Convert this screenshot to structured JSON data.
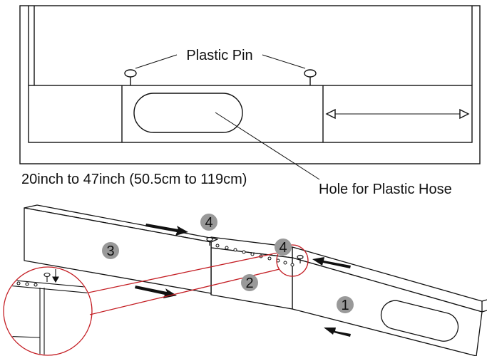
{
  "labels": {
    "plastic_pin": "Plastic Pin",
    "hole_for_hose": "Hole for Plastic Hose",
    "width_range": "20inch to 47inch (50.5cm to 119cm)"
  },
  "panels": [
    {
      "number": "1"
    },
    {
      "number": "2"
    },
    {
      "number": "3"
    }
  ],
  "screw_callout": {
    "number": "4"
  },
  "colors": {
    "line": "#111111",
    "badge": "#999999",
    "highlight": "#c41e24"
  }
}
